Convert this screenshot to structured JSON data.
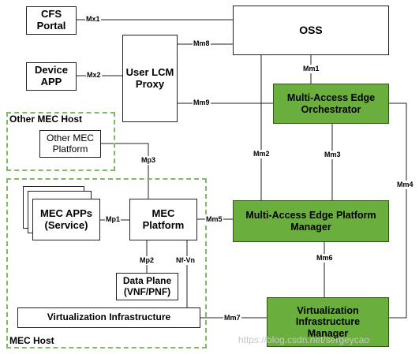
{
  "boxes": {
    "cfs_portal": "CFS\nPortal",
    "device_app": "Device\nAPP",
    "user_lcm_proxy": "User LCM\nProxy",
    "oss": "OSS",
    "orchestrator": "Multi-Access Edge\nOrchestrator",
    "other_platform": "Other MEC\nPlatform",
    "mec_apps": "MEC APPs\n(Service)",
    "mec_platform": "MEC\nPlatform",
    "platform_manager": "Multi-Access Edge Platform\nManager",
    "data_plane": "Data Plane\n(VNF/PNF)",
    "virt_infra": "Virtualization Infrastructure",
    "vim": "Virtualization\nInfrastructure\nManager"
  },
  "regions": {
    "other_mec_host": "Other MEC Host",
    "mec_host": "MEC Host"
  },
  "links": {
    "mx1": "Mx1",
    "mx2": "Mx2",
    "mm8": "Mm8",
    "mm9": "Mm9",
    "mm1": "Mm1",
    "mm2": "Mm2",
    "mm3": "Mm3",
    "mm4": "Mm4",
    "mp3": "Mp3",
    "mp1": "Mp1",
    "mm5": "Mm5",
    "mp2": "Mp2",
    "nfvn": "Nf-Vn",
    "mm6": "Mm6",
    "mm7": "Mm7"
  },
  "colors": {
    "green_box": "#6aae3e",
    "dashed_region": "#7dbb63"
  },
  "watermark": "https://blog.csdn.net/sergeycao"
}
